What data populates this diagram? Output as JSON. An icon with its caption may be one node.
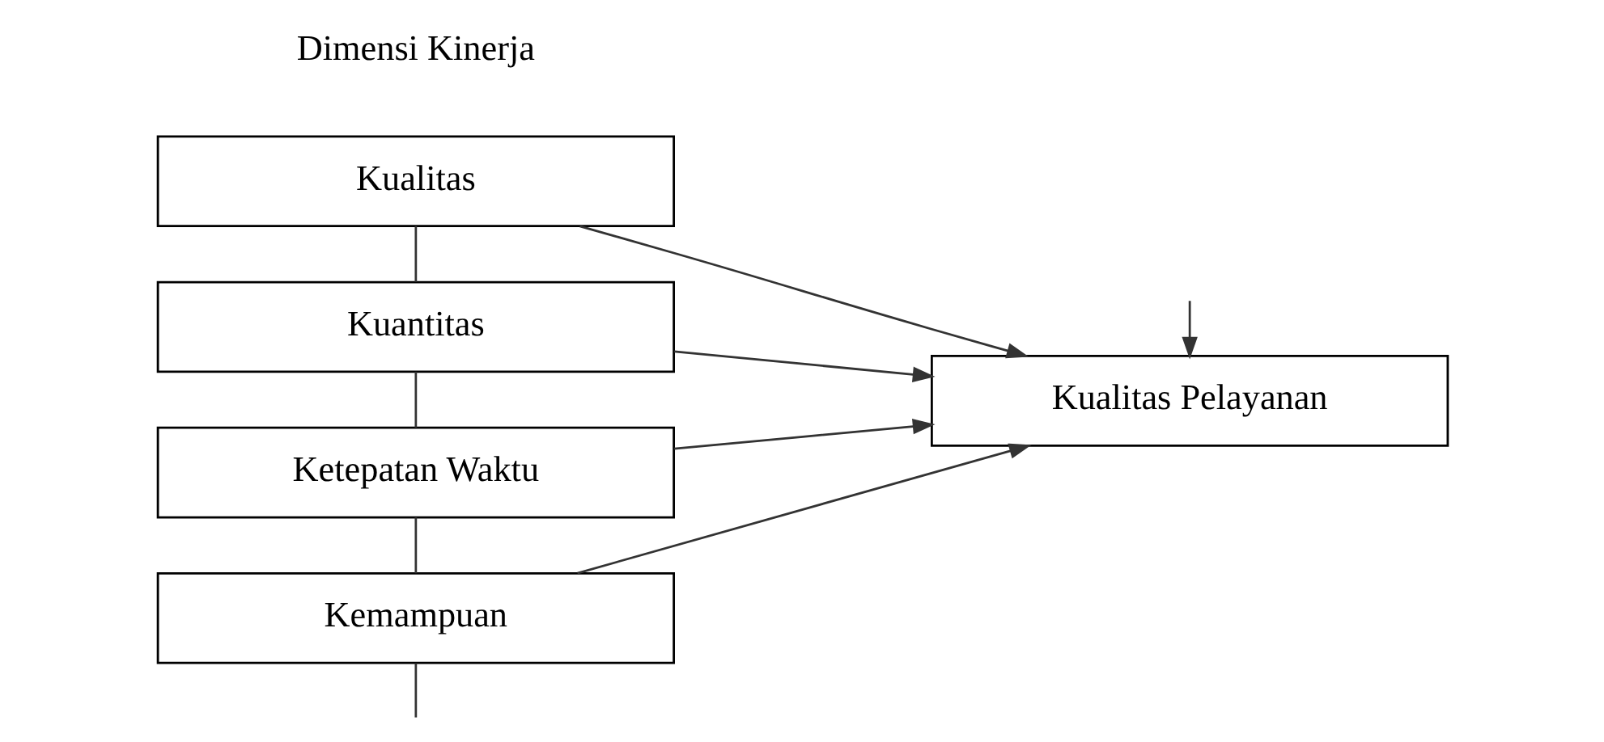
{
  "diagram": {
    "nodes": [
      {
        "text": [
          "Kualitas"
        ]
      },
      {
        "text": [
          "Kuantitas"
        ]
      },
      {
        "text": [
          "Ketepatan Waktu"
        ]
      },
      {
        "text": [
          "Kemampuan"
        ]
      },
      {
        "text": [
          "Kualitas Pelayanan"
        ]
      }
    ],
    "edges": [
      {
        "from": 0,
        "to": 1,
        "arrow": "none"
      },
      {
        "from": 1,
        "to": 2,
        "arrow": "none"
      },
      {
        "from": 2,
        "to": 3,
        "arrow": "none"
      },
      {
        "from": 3,
        "to": null,
        "arrow": "none"
      },
      {
        "from": 0,
        "to": 4,
        "arrow": "to"
      },
      {
        "from": 1,
        "to": 4,
        "arrow": "to"
      },
      {
        "from": 2,
        "to": 4,
        "arrow": "to"
      },
      {
        "from": 3,
        "to": 4,
        "arrow": "to"
      },
      {
        "from": null,
        "to": 4,
        "arrow": "to"
      }
    ],
    "labels": [
      "Dimensi Kinerja"
    ]
  }
}
